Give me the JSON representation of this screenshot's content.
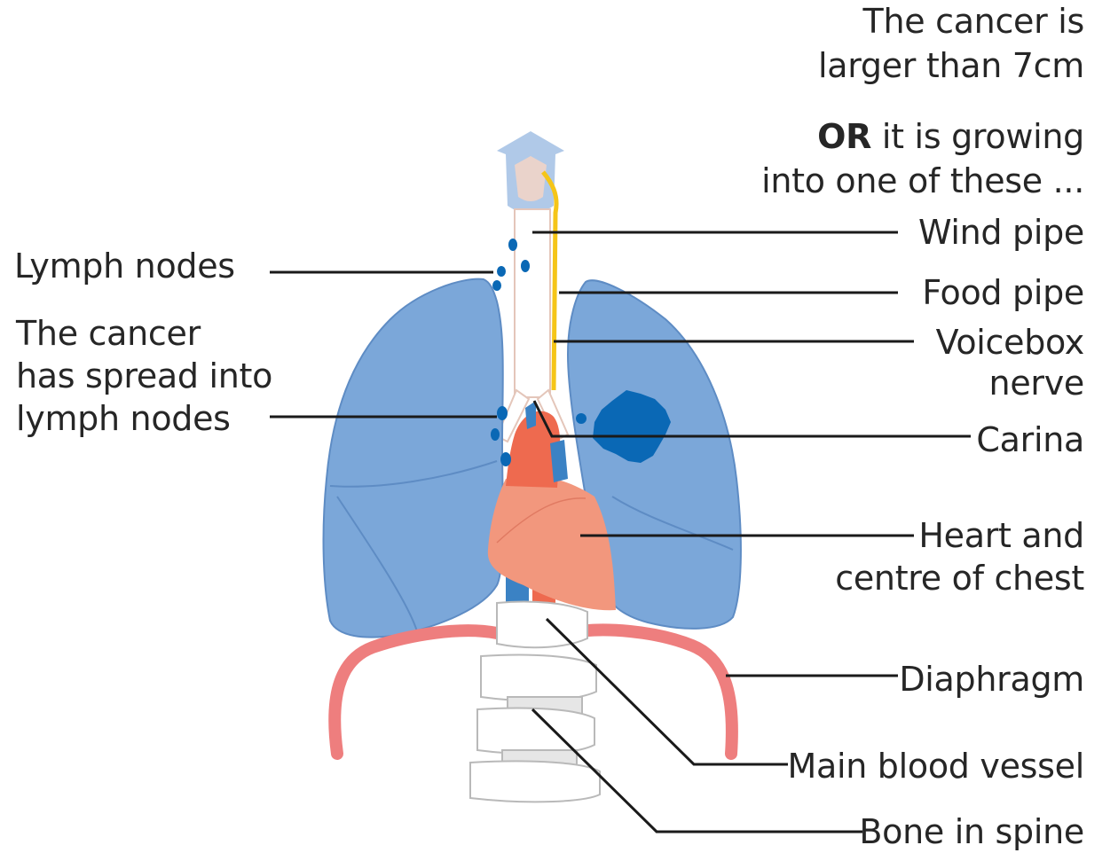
{
  "colors": {
    "lung": "#7ba7d9",
    "lung_edge": "#5e8cc4",
    "tumour": "#0a68b5",
    "heart": "#f2977d",
    "aorta": "#ee6a4f",
    "vein": "#3b82c4",
    "diaphragm": "#ee7e7e",
    "nerve": "#f5c518",
    "trachea_ring": "#e9cfc4",
    "bone_stroke": "#b9b9b9",
    "larynx": "#a7c3e6",
    "line": "#1a1a1a"
  },
  "header": {
    "line1": "The cancer is",
    "line2": "larger than 7cm",
    "or_word": "OR",
    "or_rest": " it is growing",
    "line4": "into one of these ..."
  },
  "labels": {
    "wind_pipe": "Wind pipe",
    "food_pipe": "Food pipe",
    "voicebox_1": "Voicebox",
    "voicebox_2": "nerve",
    "carina": "Carina",
    "heart_1": "Heart and",
    "heart_2": "centre of chest",
    "diaphragm": "Diaphragm",
    "blood_vessel": "Main blood vessel",
    "bone": "Bone in spine",
    "lymph_nodes": "Lymph nodes",
    "spread_1": "The cancer",
    "spread_2": "has spread into",
    "spread_3": "lymph nodes"
  }
}
